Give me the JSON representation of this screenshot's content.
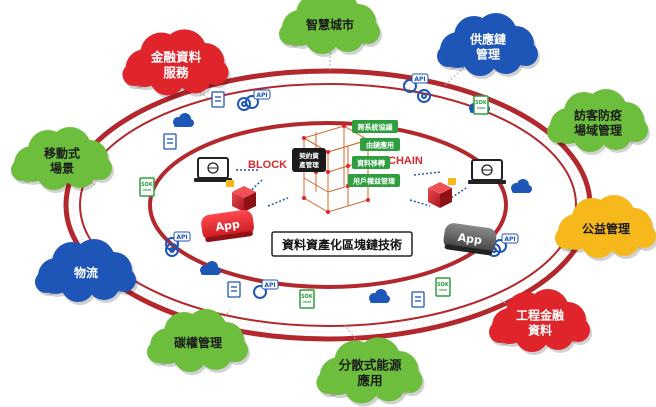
{
  "center_title": "資料資產化區塊鏈技術",
  "block_text": "BLOCK",
  "chain_text": "CHAIN",
  "contract_label": [
    "契約資",
    "產管理"
  ],
  "features": [
    "跨系統協議",
    "由鏈應用",
    "資料移轉",
    "用戶權益管理"
  ],
  "app_label": "App",
  "api_label": "API",
  "sdk_label": "SDK",
  "clouds": [
    {
      "id": "smart-city",
      "lines": [
        "智慧城市"
      ],
      "color": "#6cbe3c"
    },
    {
      "id": "supply-chain",
      "lines": [
        "供應鏈",
        "管理"
      ],
      "color": "#1e56b8"
    },
    {
      "id": "visitor-epidemic",
      "lines": [
        "訪客防疫",
        "場域管理"
      ],
      "color": "#6cbe3c"
    },
    {
      "id": "public-welfare",
      "lines": [
        "公益管理"
      ],
      "color": "#f7b81c"
    },
    {
      "id": "engineering-finance",
      "lines": [
        "工程金融",
        "資料"
      ],
      "color": "#e0242b"
    },
    {
      "id": "distributed-energy",
      "lines": [
        "分散式能源",
        "應用"
      ],
      "color": "#6cbe3c"
    },
    {
      "id": "carbon-rights",
      "lines": [
        "碳權管理"
      ],
      "color": "#6cbe3c"
    },
    {
      "id": "logistics",
      "lines": [
        "物流"
      ],
      "color": "#1e56b8"
    },
    {
      "id": "mobile-scene",
      "lines": [
        "移動式",
        "場景"
      ],
      "color": "#6cbe3c"
    },
    {
      "id": "financial-data",
      "lines": [
        "金融資料",
        "服務"
      ],
      "color": "#e0242b"
    }
  ],
  "colors": {
    "ring": "#b3282d",
    "ring_dots": "#f1c6c8",
    "accent_red": "#e0242b",
    "green": "#2e9e3f",
    "blue": "#1e56b8"
  }
}
